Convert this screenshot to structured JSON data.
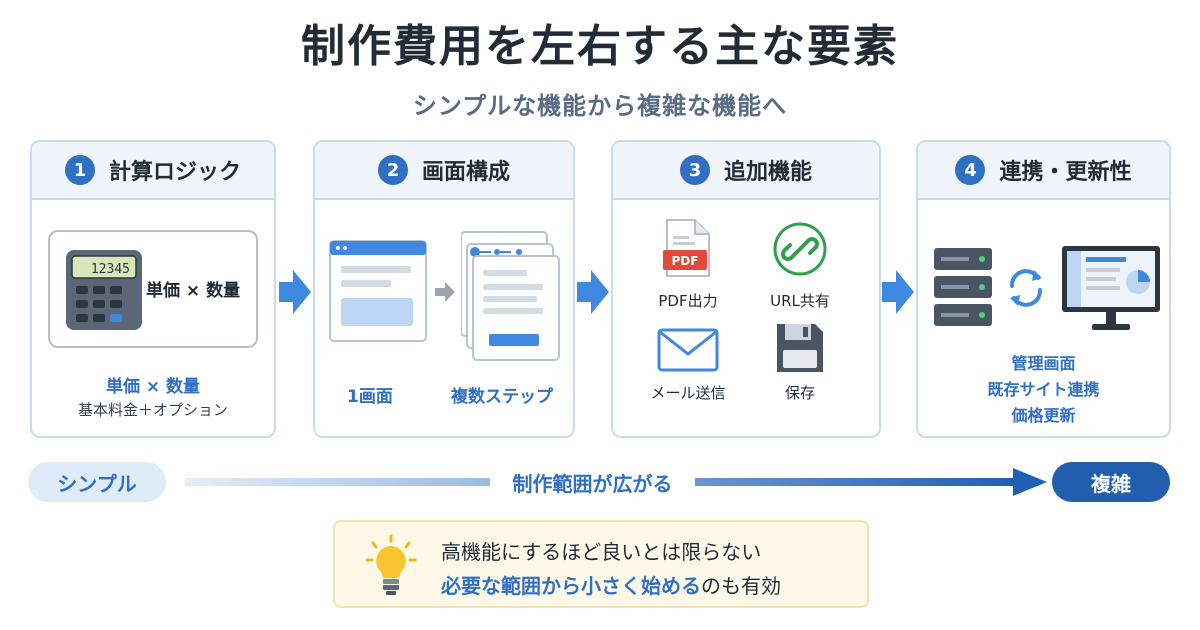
{
  "title": "制作費用を左右する主な要素",
  "subtitle": "シンプルな機能から複雑な機能へ",
  "cards": [
    {
      "num": "1",
      "title": "計算ロジック",
      "display": "12345",
      "formula": "単価 × 数量",
      "caption_blue": "単価 × 数量",
      "caption_gray": "基本料金＋オプション"
    },
    {
      "num": "2",
      "title": "画面構成",
      "label_single": "1画面",
      "label_multi": "複数ステップ"
    },
    {
      "num": "3",
      "title": "追加機能",
      "pdf_badge": "PDF",
      "features": [
        "PDF出力",
        "URL共有",
        "メール送信",
        "保存"
      ]
    },
    {
      "num": "4",
      "title": "連携・更新性",
      "items": [
        "管理画面",
        "既存サイト連携",
        "価格更新"
      ]
    }
  ],
  "scale": {
    "left": "シンプル",
    "middle": "制作範囲が広がる",
    "right": "複雑"
  },
  "tip": {
    "line1": "高機能にするほど良いとは限らない",
    "line2_emphasis": "必要な範囲から小さく始める",
    "line2_rest": "のも有効"
  },
  "colors": {
    "accent": "#2f6fc4",
    "dark_accent": "#215fae",
    "card_border": "#c9dbf0",
    "tip_bg": "#fdf8e8"
  }
}
